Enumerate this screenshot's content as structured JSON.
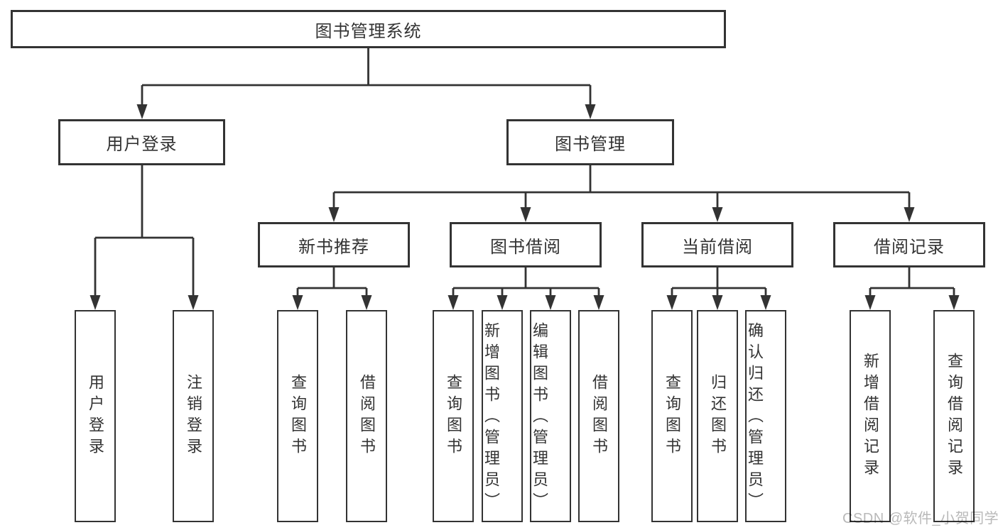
{
  "tree": {
    "root": {
      "label": "图书管理系统"
    },
    "branches": [
      {
        "label": "用户登录",
        "children": [
          {
            "label": "用户登录"
          },
          {
            "label": "注销登录"
          }
        ]
      },
      {
        "label": "图书管理",
        "children": [
          {
            "label": "新书推荐",
            "leaves": [
              {
                "label": "查询图书"
              },
              {
                "label": "借阅图书"
              }
            ]
          },
          {
            "label": "图书借阅",
            "leaves": [
              {
                "label": "查询图书"
              },
              {
                "label": "新增图书（管理员）"
              },
              {
                "label": "编辑图书（管理员）"
              },
              {
                "label": "借阅图书"
              }
            ]
          },
          {
            "label": "当前借阅",
            "leaves": [
              {
                "label": "查询图书"
              },
              {
                "label": "归还图书"
              },
              {
                "label": "确认归还（管理员）"
              }
            ]
          },
          {
            "label": "借阅记录",
            "leaves": [
              {
                "label": "新增借阅记录"
              },
              {
                "label": "查询借阅记录"
              }
            ]
          }
        ]
      }
    ]
  },
  "watermark": "CSDN @软件_小贺同学",
  "colors": {
    "ink": "#333333",
    "background": "#ffffff",
    "watermark": "#b9b9b9"
  }
}
